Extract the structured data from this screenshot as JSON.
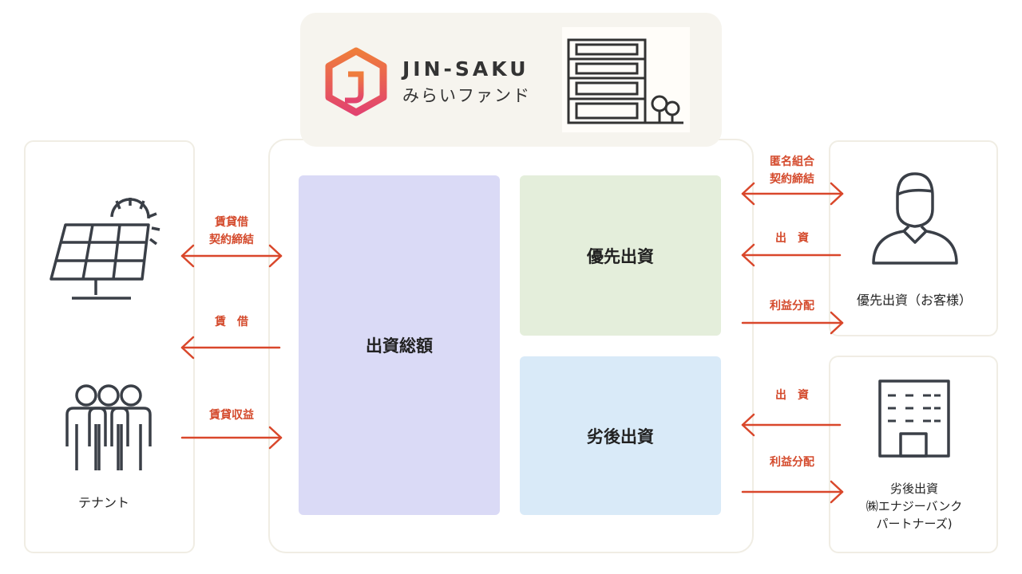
{
  "header": {
    "logo_line1": "JIN-SAKU",
    "logo_line2": "みらいファンド"
  },
  "fund": {
    "total_label": "出資総額",
    "senior_label": "優先出資",
    "junior_label": "劣後出資"
  },
  "left": {
    "tenant_label": "テナント",
    "arrow_lease_contract": [
      "賃貸借",
      "契約締結"
    ],
    "arrow_lease": "賃　借",
    "arrow_rental_income": "賃貸収益"
  },
  "right": {
    "arrow_tk_contract": [
      "匿名組合",
      "契約締結"
    ],
    "arrow_investment_senior": "出　資",
    "arrow_profit_senior": "利益分配",
    "senior_investor_label": "優先出資（お客様）",
    "arrow_investment_junior": "出　資",
    "arrow_profit_junior": "利益分配",
    "junior_investor_label": [
      "劣後出資",
      "㈱エナジーバンク",
      "パートナーズ)"
    ]
  },
  "colors": {
    "arrow": "#d9472b",
    "total_box": "#dadaf6",
    "senior_box": "#e4eedb",
    "junior_box": "#d9eaf8",
    "icon_stroke": "#3a3f47"
  },
  "icons": [
    "logo-hexagon-icon",
    "building-icon",
    "solar-panel-icon",
    "tenant-people-icon",
    "person-icon",
    "office-building-icon"
  ]
}
